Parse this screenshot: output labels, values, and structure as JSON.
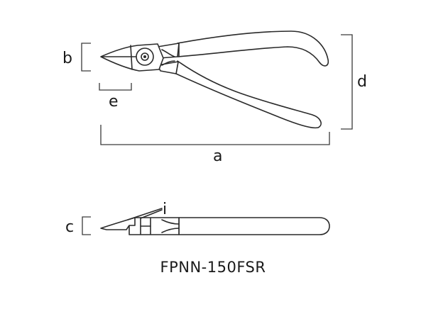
{
  "model": "FPNN-150FSR",
  "dimensions": {
    "a": "a",
    "b": "b",
    "c": "c",
    "d": "d",
    "e": "e",
    "i": "i"
  }
}
